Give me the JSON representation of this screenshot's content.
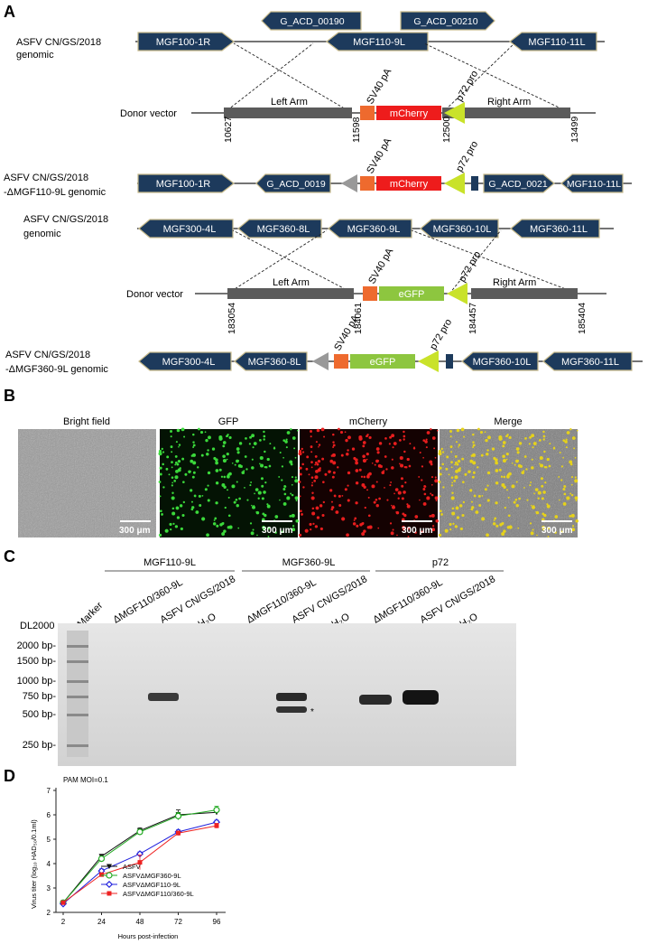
{
  "panels": {
    "a": "A",
    "b": "B",
    "c": "C",
    "d": "D"
  },
  "panelA": {
    "construct1": {
      "genomic_label": [
        "ASFV CN/GS/2018",
        "genomic"
      ],
      "top_genes": [
        "G_ACD_00190",
        "G_ACD_00210"
      ],
      "genes": [
        "MGF100-1R",
        "MGF110-9L",
        "MGF110-11L"
      ],
      "donor_label": "Donor vector",
      "left_arm": "Left Arm",
      "right_arm": "Right Arm",
      "sv40": "SV40 pA",
      "reporter": "mCherry",
      "promoter": "p72 pro",
      "coords": [
        "10627",
        "11598",
        "12500",
        "13499"
      ],
      "mutant_label": [
        "ASFV CN/GS/2018",
        "-ΔMGF110-9L genomic"
      ],
      "mutant_genes": [
        "MGF100-1R",
        "G_ACD_0019",
        "G_ACD_0021",
        "MGF110-11L"
      ]
    },
    "construct2": {
      "genomic_label": [
        "ASFV CN/GS/2018",
        "genomic"
      ],
      "genes": [
        "MGF300-4L",
        "MGF360-8L",
        "MGF360-9L",
        "MGF360-10L",
        "MGF360-11L"
      ],
      "donor_label": "Donor vector",
      "left_arm": "Left Arm",
      "right_arm": "Right Arm",
      "sv40": "SV40 pA",
      "reporter": "eGFP",
      "promoter": "p72 pro",
      "coords": [
        "183054",
        "184061",
        "184457",
        "185404"
      ],
      "mutant_label": [
        "ASFV CN/GS/2018",
        "-ΔMGF360-9L genomic"
      ],
      "mutant_genes": [
        "MGF300-4L",
        "MGF360-8L",
        "MGF360-10L",
        "MGF360-11L"
      ]
    }
  },
  "panelB": {
    "titles": [
      "Bright field",
      "GFP",
      "mCherry",
      "Merge"
    ],
    "scale": "300 μm"
  },
  "panelC": {
    "groups": [
      "MGF110-9L",
      "MGF360-9L",
      "p72"
    ],
    "lanes": [
      "Marker",
      "ΔMGF110/360-9L",
      "ASFV CN/GS/2018",
      "H₂O"
    ],
    "ladder_name": "DL2000",
    "ladder": [
      "2000 bp-",
      "1500 bp-",
      "1000 bp-",
      "750 bp-",
      "500 bp-",
      "250 bp-"
    ],
    "star": "*"
  },
  "chart_data": {
    "type": "line",
    "title": "PAM MOI=0.1",
    "xlabel": "Hours post-infection",
    "ylabel": "Virus titer (log₁₀ HAD₅₀/0.1ml)",
    "x": [
      2,
      24,
      48,
      72,
      96
    ],
    "xticks": [
      "2",
      "24",
      "48",
      "72",
      "96"
    ],
    "ylim": [
      2,
      7
    ],
    "yticks": [
      2,
      3,
      4,
      5,
      6,
      7
    ],
    "series": [
      {
        "name": "ASFV",
        "values": [
          2.4,
          4.3,
          5.35,
          6.0,
          6.1
        ],
        "err": [
          0.05,
          0.08,
          0.12,
          0.2,
          0.1
        ],
        "color": "#111111",
        "marker": "triangle-down"
      },
      {
        "name": "ASFVΔMGF360-9L",
        "values": [
          2.4,
          4.2,
          5.3,
          5.95,
          6.2
        ],
        "err": [
          0.05,
          0.08,
          0.1,
          0.15,
          0.15
        ],
        "color": "#22aa22",
        "marker": "circle-open"
      },
      {
        "name": "ASFVΔMGF110-9L",
        "values": [
          2.35,
          3.7,
          4.4,
          5.3,
          5.7
        ],
        "err": [
          0.05,
          0.08,
          0.08,
          0.08,
          0.08
        ],
        "color": "#2222dd",
        "marker": "diamond-open"
      },
      {
        "name": "ASFVΔMGF110/360-9L",
        "values": [
          2.4,
          3.55,
          4.05,
          5.25,
          5.55
        ],
        "err": [
          0.05,
          0.05,
          0.3,
          0.08,
          0.1
        ],
        "color": "#ee2222",
        "marker": "square"
      }
    ]
  }
}
